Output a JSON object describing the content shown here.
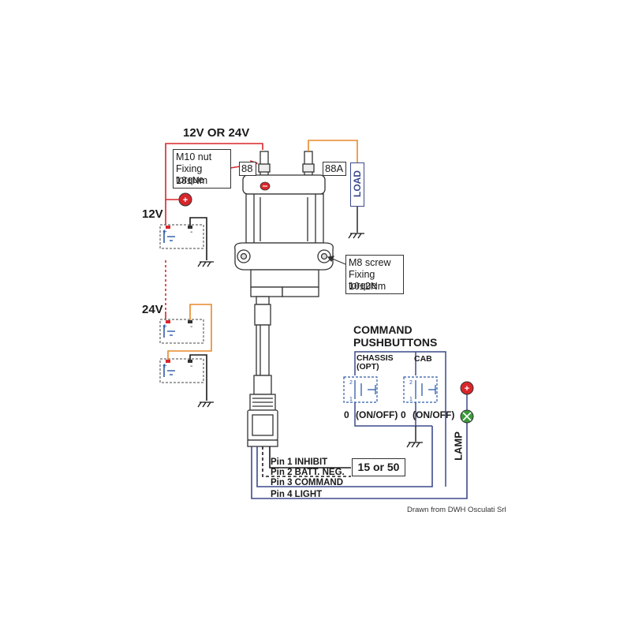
{
  "supply_label": "12V OR 24V",
  "battery_12v_label": "12V",
  "battery_24v_label": "24V",
  "m10_callout": {
    "line1": "M10 nut",
    "line2": "Fixing torque",
    "line3": "18±Nm"
  },
  "terminal_88": "88",
  "terminal_88a": "88A",
  "load_label": "LOAD",
  "m8_callout": {
    "line1": "M8 screw",
    "line2": "Fixing torque",
    "line3": "10±2Nm"
  },
  "command_title": {
    "line1": "COMMAND",
    "line2": "PUSHBUTTONS"
  },
  "chassis_label": {
    "line1": "CHASSIS",
    "line2": "(OPT)"
  },
  "cab_label": "CAB",
  "switch_states": {
    "left_zero": "0",
    "left_onoff": "(ON/OFF)",
    "right_zero": "0",
    "right_onoff": "(ON/OFF)"
  },
  "lamp_label": "LAMP",
  "pins": [
    "Pin 1 INHIBIT",
    "Pin 2 BATT. NEG.",
    "Pin 3 COMMAND",
    "Pin 4 LIGHT"
  ],
  "timer_box": "15 or 50",
  "credit": "Drawn from DWH Osculati Srl",
  "colors": {
    "positive": "#d9262b",
    "orange": "#e8892a",
    "wire_blue": "#3c4a8c",
    "wire_black": "#1a1a1a",
    "switch_blue": "#2e5aa8",
    "lamp_green": "#3a9a3a"
  }
}
